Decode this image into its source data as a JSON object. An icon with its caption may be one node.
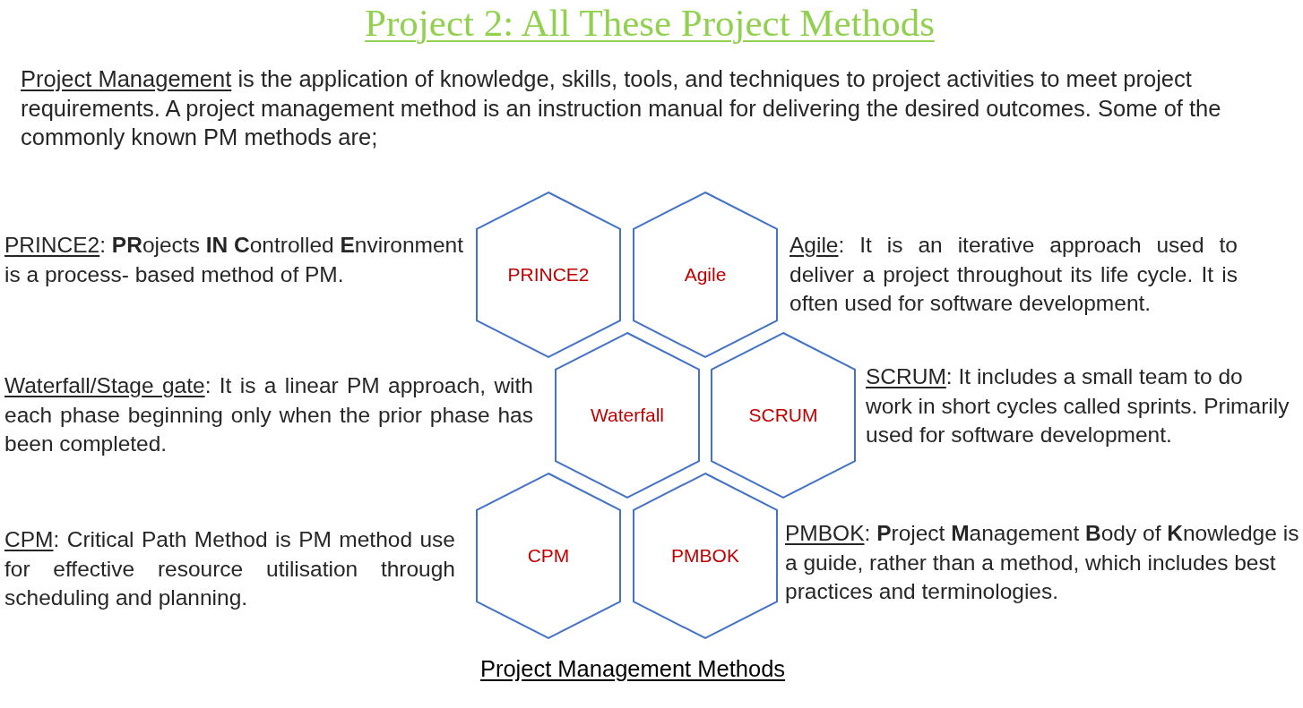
{
  "diagram": {
    "title": "Project 2: All These Project Methods",
    "caption": "Project Management Methods",
    "nodes": [
      {
        "text": [
          "PRINCE2"
        ],
        "beside": [
          "PRINCE2: **PR**ojects **IN C**ontrolled **E**nvironment is a process- based method of PM."
        ]
      },
      {
        "text": [
          "Agile"
        ],
        "beside": [
          "Agile: It is an iterative approach used to deliver a project throughout its life cycle. It is often used for software development."
        ]
      },
      {
        "text": [
          "Waterfall"
        ],
        "beside": [
          "Waterfall/Stage gate: It is a linear PM approach, with each phase beginning only when the prior phase has been completed."
        ]
      },
      {
        "text": [
          "SCRUM"
        ],
        "beside": [
          "SCRUM: It includes a small team to do work in short cycles called sprints. Primarily used for software development."
        ]
      },
      {
        "text": [
          "CPM"
        ],
        "beside": [
          "CPM: Critical Path Method is PM method use for effective resource utilisation through scheduling and planning."
        ]
      },
      {
        "text": [
          "PMBOK"
        ],
        "beside": [
          "PMBOK: **P**roject **M**anagement **B**ody of **K**nowledge is a guide, rather than a method, which includes best practices and terminologies."
        ]
      }
    ],
    "edges": [],
    "labels": [
      "Project Management",
      "is the application of knowledge, skills, tools, and techniques to project activities to meet project requirements. A project management method is an instruction manual for delivering the desired outcomes. Some of the commonly known PM methods are;"
    ]
  }
}
